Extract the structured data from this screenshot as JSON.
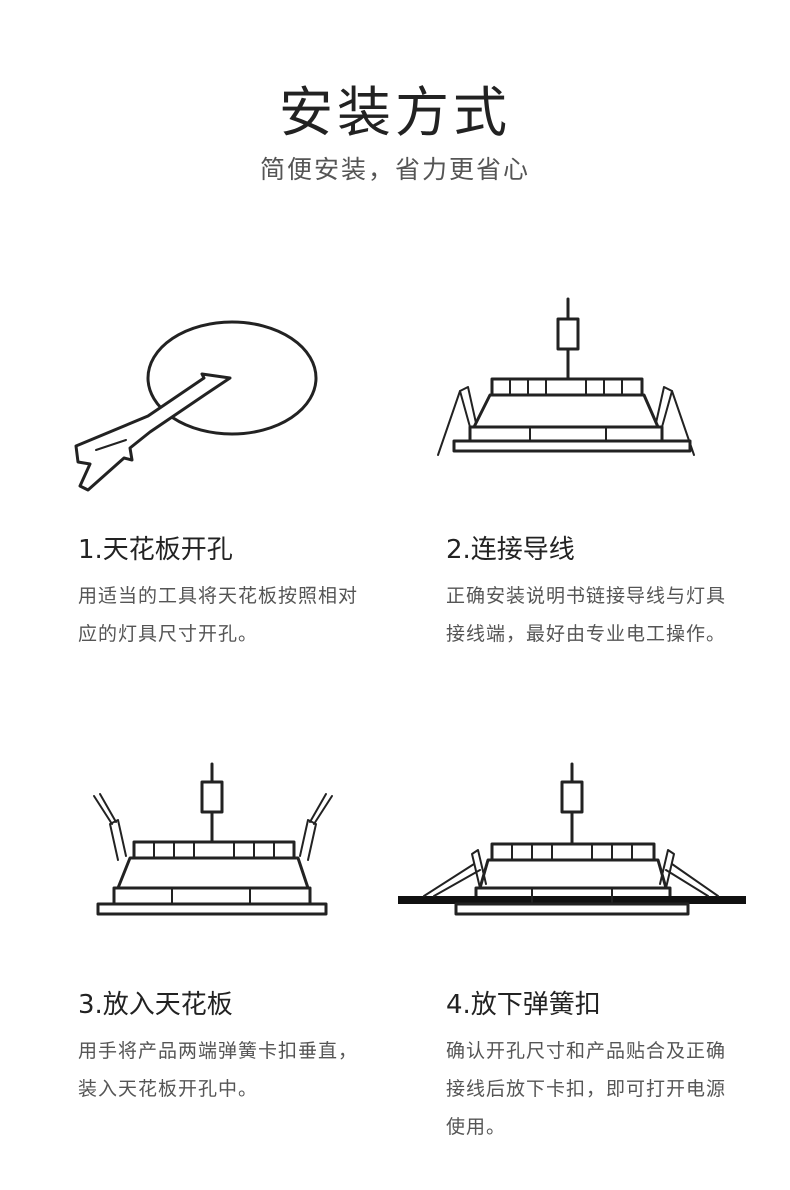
{
  "header": {
    "title": "安装方式",
    "subtitle": "简便安装，省力更省心"
  },
  "steps": [
    {
      "title": "1.天花板开孔",
      "description": "用适当的工具将天花板按照相对应的灯具尺寸开孔。",
      "illustration": "saw-cutting-ceiling-icon"
    },
    {
      "title": "2.连接导线",
      "description": "正确安装说明书链接导线与灯具接线端，最好由专业电工操作。",
      "illustration": "light-wiring-icon"
    },
    {
      "title": "3.放入天花板",
      "description": "用手将产品两端弹簧卡扣垂直，装入天花板开孔中。",
      "illustration": "light-insert-springs-up-icon"
    },
    {
      "title": "4.放下弹簧扣",
      "description": "确认开孔尺寸和产品贴合及正确接线后放下卡扣，即可打开电源使用。",
      "illustration": "light-installed-ceiling-icon"
    }
  ]
}
